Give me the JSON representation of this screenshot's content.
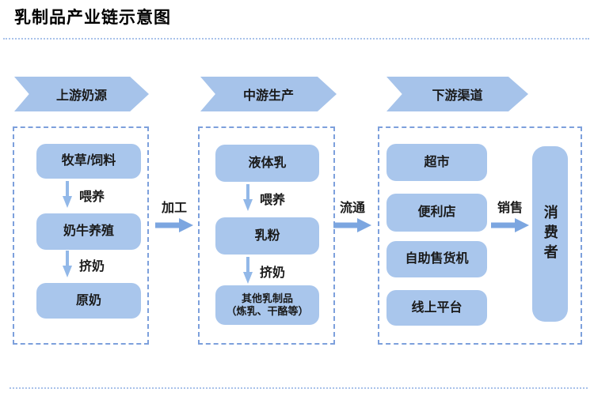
{
  "title": "乳制品产业链示意图",
  "upstream": {
    "header": "上游奶源",
    "boxes": [
      "牧草/饲料",
      "奶牛养殖",
      "原奶"
    ],
    "labels": [
      "喂养",
      "挤奶"
    ]
  },
  "midstream": {
    "header": "中游生产",
    "boxes": [
      "液体乳",
      "乳粉",
      "其他乳制品"
    ],
    "box3_note": "（炼乳、干酪等）",
    "labels": [
      "喂养",
      "挤奶"
    ]
  },
  "downstream": {
    "header": "下游渠道",
    "boxes": [
      "超市",
      "便利店",
      "自助售货机",
      "线上平台"
    ]
  },
  "flow": {
    "processing": "加工",
    "distribution": "流通",
    "sales": "销售"
  },
  "consumer": "消费者",
  "colors": {
    "node_fill": "#a9c6ec",
    "chevron_fill": "#a6c3ea",
    "dash_border": "#7da0dc",
    "arrow_down": "#92b8e8",
    "arrow_right": "#7ca6e0",
    "dotted_line": "#a9c2ea",
    "text": "#1a1a1a"
  }
}
